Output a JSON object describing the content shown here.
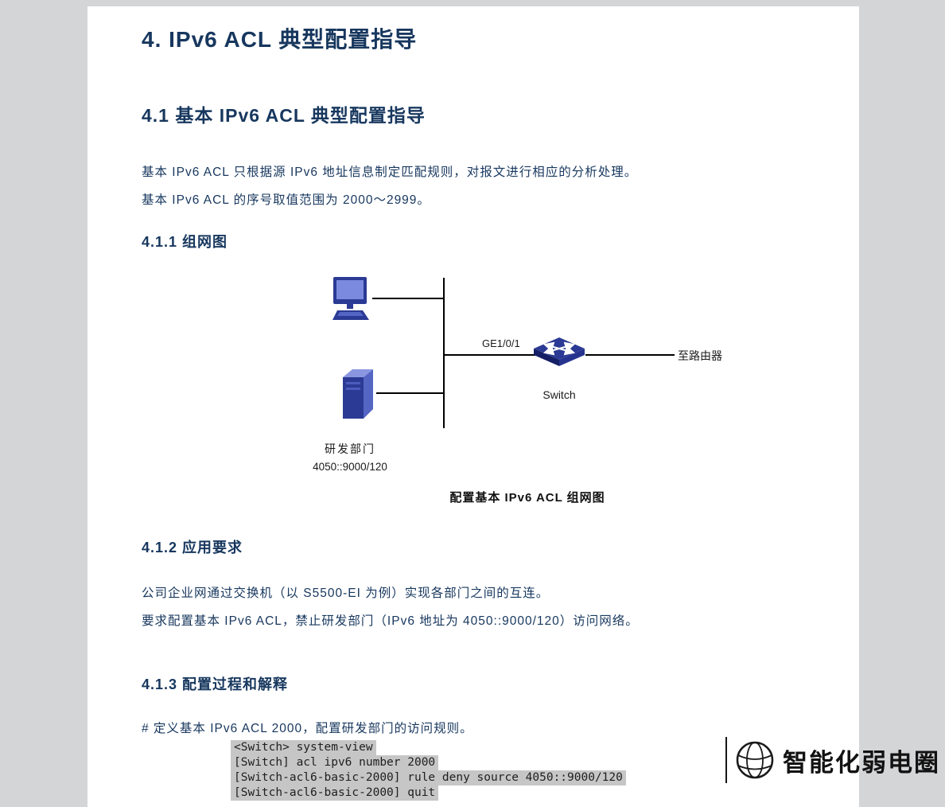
{
  "page": {
    "title": "4. IPv6 ACL 典型配置指导",
    "section": {
      "heading": "4.1 基本 IPv6 ACL 典型配置指导",
      "para1": "基本 IPv6 ACL 只根据源 IPv6 地址信息制定匹配规则，对报文进行相应的分析处理。",
      "para2": "基本 IPv6 ACL 的序号取值范围为 2000～2999。"
    },
    "subsection_topology": {
      "heading": "4.1.1 组网图",
      "caption": "配置基本 IPv6 ACL 组网图"
    },
    "diagram": {
      "port_label": "GE1/0/1",
      "switch_label": "Switch",
      "router_label": "至路由器",
      "dept_label": "研发部门",
      "dept_address": "4050::9000/120"
    },
    "subsection_requirements": {
      "heading": "4.1.2 应用要求",
      "para1": "公司企业网通过交换机（以 S5500-EI 为例）实现各部门之间的互连。",
      "para2": "要求配置基本 IPv6 ACL，禁止研发部门（IPv6 地址为 4050::9000/120）访问网络。"
    },
    "subsection_config": {
      "heading": "4.1.3 配置过程和解释",
      "comment": "# 定义基本 IPv6 ACL 2000，配置研发部门的访问规则。",
      "code_lines": [
        "<Switch> system-view",
        "[Switch] acl ipv6 number 2000",
        "[Switch-acl6-basic-2000] rule deny source 4050::9000/120",
        "[Switch-acl6-basic-2000] quit"
      ]
    },
    "watermark": "智能化弱电圈"
  },
  "colors": {
    "page_background": "#ffffff",
    "canvas_background": "#d4d5d7",
    "heading_text": "#17375e",
    "body_text": "#17375e",
    "code_highlight": "#c6c6c6",
    "icon_blue_dark": "#2b3a94",
    "icon_blue_mid": "#5565c4",
    "icon_blue_light": "#8a97e0",
    "line_black": "#000000"
  }
}
